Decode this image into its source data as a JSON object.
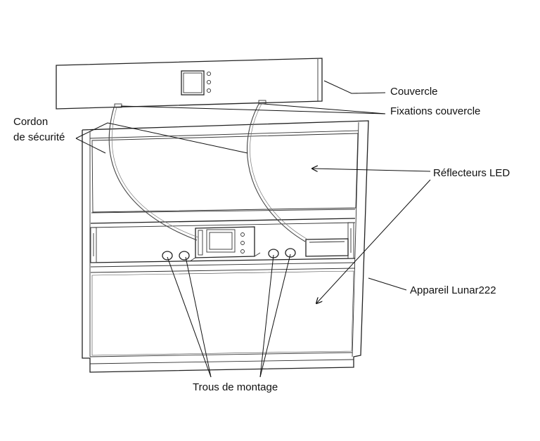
{
  "labels": {
    "cover": "Couvercle",
    "cover_fasteners": "Fixations couvercle",
    "safety_cord_line1": "Cordon",
    "safety_cord_line2": "de sécurité",
    "led_reflectors": "Réflecteurs LED",
    "fixture": "Appareil Lunar222",
    "mounting_holes": "Trous de montage"
  }
}
